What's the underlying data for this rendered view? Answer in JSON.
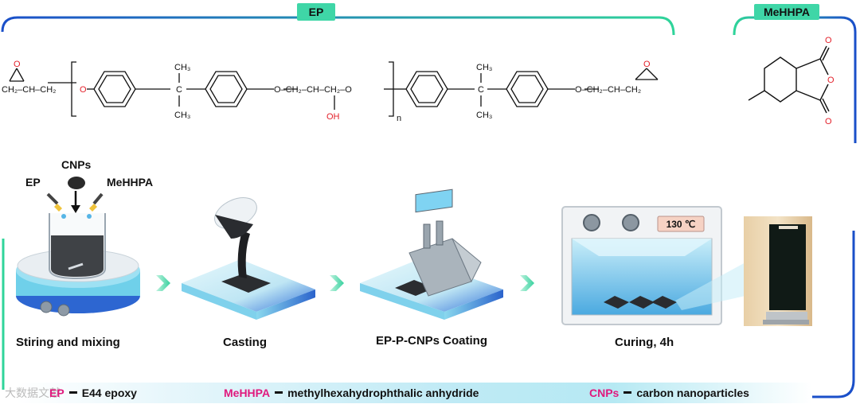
{
  "tags": {
    "ep": "EP",
    "mehhpa": "MeHHPA"
  },
  "ep_structure": {
    "end_left": "CH₂–CH–CH₂",
    "oxygen": "O",
    "methyl": "CH₃",
    "carbon": "C",
    "middle_chain": "O–CH₂–CH–CH₂–O",
    "hydroxyl": "OH",
    "repeat_n": "n",
    "end_right": "O–CH₂–CH–CH₂"
  },
  "mehhpa_structure": {
    "oxygen": "O"
  },
  "step1": {
    "ep": "EP",
    "cnps": "CNPs",
    "mehhpa": "MeHHPA"
  },
  "steps": [
    {
      "label": "Stiring and mixing"
    },
    {
      "label": "Casting"
    },
    {
      "label": "EP-P-CNPs Coating"
    },
    {
      "label": "Curing, 4h"
    }
  ],
  "oven": {
    "temperature": "130 ℃"
  },
  "legend": [
    {
      "key": "EP",
      "desc": "E44 epoxy"
    },
    {
      "key": "MeHHPA",
      "desc": "methylhexahydrophthalic anhydride"
    },
    {
      "key": "CNPs",
      "desc": "carbon nanoparticles"
    }
  ],
  "watermark": "大数据文献",
  "colors": {
    "frame_blue": "#1a4fc9",
    "frame_green": "#2fd49a",
    "oxygen_red": "#e3202a",
    "key_pink": "#e0197d",
    "tag_bg": "#3fd6a7"
  }
}
